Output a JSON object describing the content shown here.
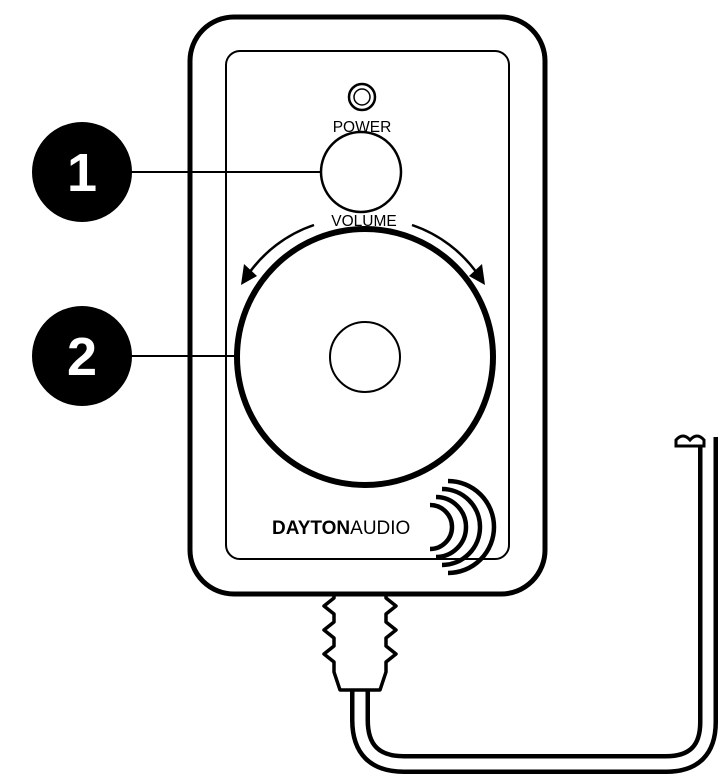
{
  "callouts": [
    {
      "number": "1"
    },
    {
      "number": "2"
    }
  ],
  "panel": {
    "power_label": "POWER",
    "volume_label": "VOLUME"
  },
  "brand": {
    "bold_text": "DAYTON",
    "light_text": "AUDIO"
  },
  "colors": {
    "ink": "#000000",
    "paper": "#ffffff"
  }
}
